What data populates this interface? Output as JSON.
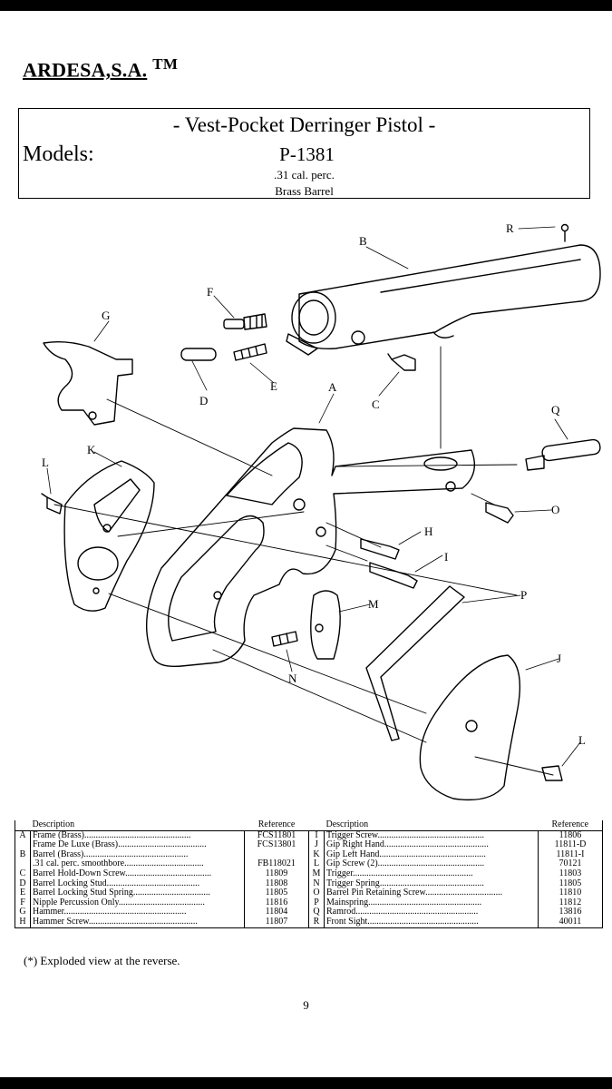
{
  "header": {
    "company": "ARDESA,S.A.",
    "tm": "TM"
  },
  "model_box": {
    "title": "- Vest-Pocket Derringer Pistol -",
    "models_label": "Models:",
    "model_code": "P-1381",
    "caliber": ".31 cal. perc.",
    "barrel": "Brass Barrel"
  },
  "diagram_labels": {
    "A": "A",
    "B": "B",
    "C": "C",
    "D": "D",
    "E": "E",
    "F": "F",
    "G": "G",
    "H": "H",
    "I": "I",
    "J": "J",
    "K": "K",
    "L": "L",
    "M": "M",
    "N": "N",
    "O": "O",
    "P": "P",
    "Q": "Q",
    "R": "R"
  },
  "table": {
    "headers": {
      "description": "Description",
      "reference": "Reference"
    },
    "rows": [
      {
        "l1": "A",
        "d1": "Frame (Brass)",
        "r1": "FCS11801",
        "l2": "I",
        "d2": "Trigger Screw",
        "r2": "11806"
      },
      {
        "l1": "",
        "d1": "Frame De Luxe (Brass)",
        "r1": "FCS13801",
        "l2": "J",
        "d2": "Gip Right Hand",
        "r2": "11811-D"
      },
      {
        "l1": "B",
        "d1": "Barrel (Brass)",
        "r1": "",
        "l2": "K",
        "d2": "Gip Left Hand",
        "r2": "11811-I"
      },
      {
        "l1": "",
        "d1": ".31 cal. perc. smoothbore",
        "r1": "FB118021",
        "l2": "L",
        "d2": "Gip Screw (2)",
        "r2": "70121"
      },
      {
        "l1": "C",
        "d1": "Barrel Hold-Down Screw",
        "r1": "11809",
        "l2": "M",
        "d2": "Trigger",
        "r2": "11803"
      },
      {
        "l1": "D",
        "d1": "Barrel Locking Stud",
        "r1": "11808",
        "l2": "N",
        "d2": "Trigger Spring",
        "r2": "11805"
      },
      {
        "l1": "E",
        "d1": "Barrel Locking Stud Spring",
        "r1": "11805",
        "l2": "O",
        "d2": "Barrel Pin Retaining Screw",
        "r2": "11810"
      },
      {
        "l1": "F",
        "d1": "Nipple Percussion Only",
        "r1": "11816",
        "l2": "P",
        "d2": "Mainspring",
        "r2": "11812"
      },
      {
        "l1": "G",
        "d1": "Hammer",
        "r1": "11804",
        "l2": "Q",
        "d2": "Ramrod",
        "r2": "13816"
      },
      {
        "l1": "H",
        "d1": "Hammer Screw",
        "r1": "11807",
        "l2": "R",
        "d2": "Front Sight",
        "r2": "40011"
      }
    ]
  },
  "footnote": "(*)  Exploded view at the reverse.",
  "page_number": "9"
}
